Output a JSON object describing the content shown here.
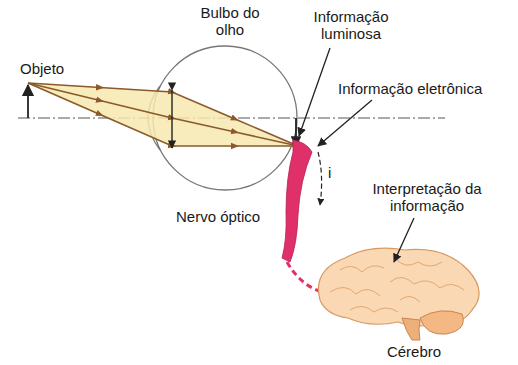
{
  "diagram": {
    "labels": [
      "Objeto",
      "Bulbo do olho",
      "Informação luminosa",
      "Informação eletrônica",
      "i",
      "Interpretação da informação",
      "Nervo óptico",
      "Cérebro"
    ]
  }
}
